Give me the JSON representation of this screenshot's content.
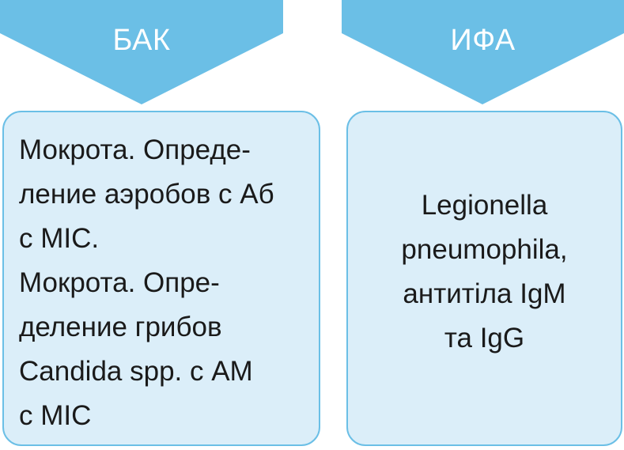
{
  "colors": {
    "accent": "#6bbfe6",
    "box_fill": "#dbeef9",
    "text": "#1a1a1a"
  },
  "left": {
    "header": "БАК",
    "lines": [
      "Мокрота. Опреде-",
      "ление аэробов с Аб",
      "с MIC.",
      "Мокрота. Опре-",
      "деление грибов",
      "Candida spp. с АМ",
      "с MIC"
    ]
  },
  "right": {
    "header": "ИФА",
    "lines": [
      "Legionella",
      "pneumophila,",
      "антитіла IgM",
      "та IgG"
    ]
  }
}
